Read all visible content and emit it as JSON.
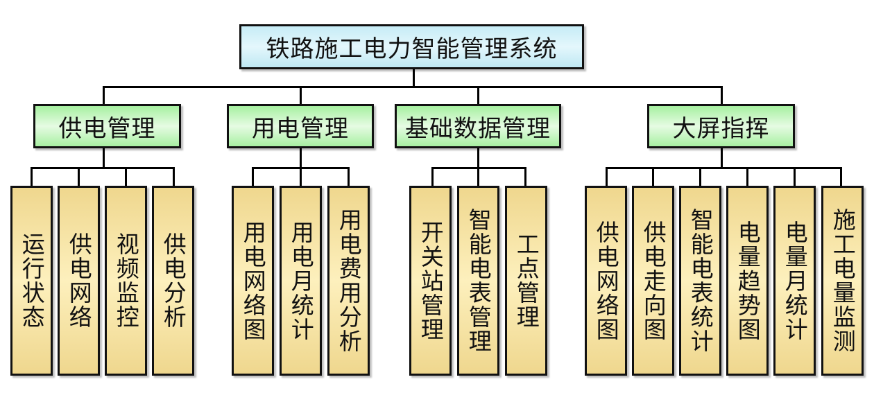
{
  "diagram": {
    "title": "铁路施工电力智能管理系统",
    "modules": [
      {
        "label": "供电管理",
        "children": [
          "运行状态",
          "供电网络",
          "视频监控",
          "供电分析"
        ]
      },
      {
        "label": "用电管理",
        "children": [
          "用电网络图",
          "用电月统计",
          "用电费用分析"
        ]
      },
      {
        "label": "基础数据管理",
        "children": [
          "开关站管理",
          "智能电表管理",
          "工点管理"
        ]
      },
      {
        "label": "大屏指挥",
        "children": [
          "供电网络图",
          "供电走向图",
          "智能电表统计",
          "电量趋势图",
          "电量月统计",
          "施工电量监测"
        ]
      }
    ],
    "colors": {
      "root_fill": "#d4f1f9",
      "module_fill": "#c8f5c2",
      "leaf_fill": "#f7e3a5",
      "border": "#111111",
      "connector": "#000000"
    }
  }
}
